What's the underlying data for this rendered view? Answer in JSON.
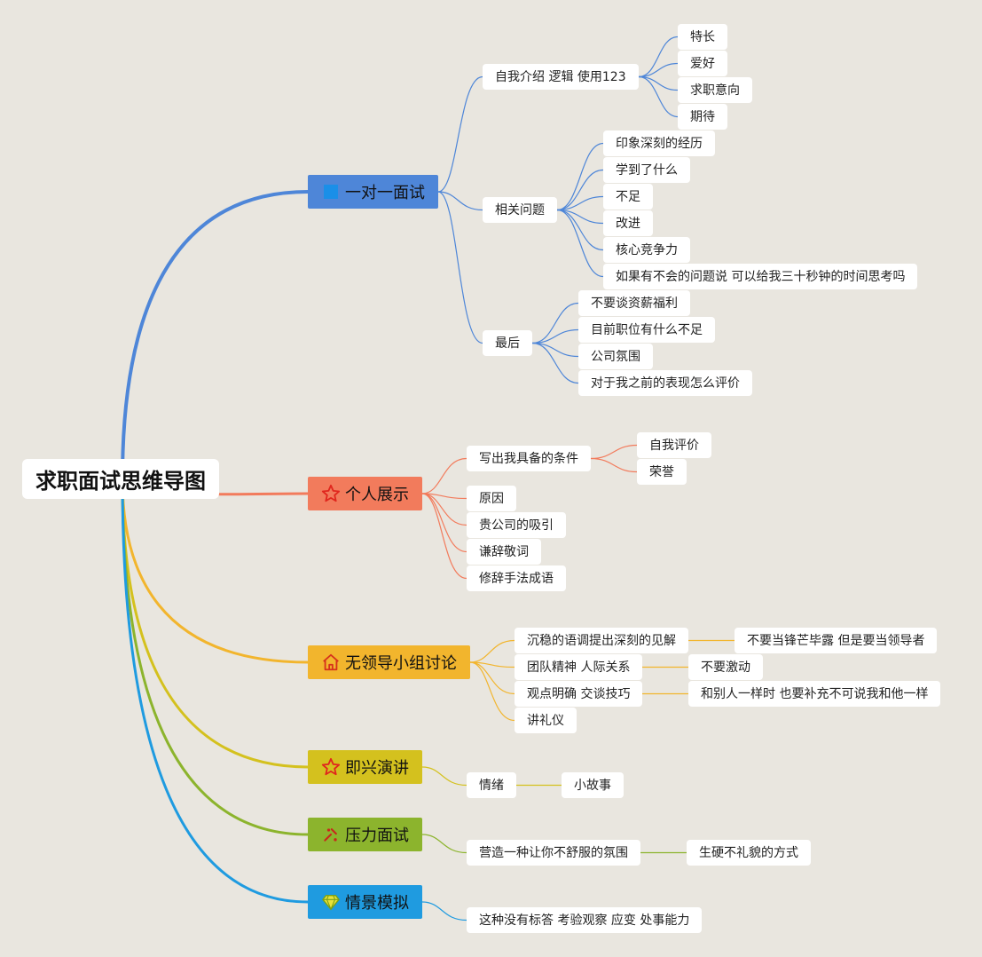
{
  "title": "求职面试思维导图",
  "branches": [
    {
      "label": "一对一面试",
      "icon": "blue-square-icon",
      "color": "#4e86d8",
      "children": [
        {
          "label": "自我介绍 逻辑 使用123",
          "children": [
            "特长",
            "爱好",
            "求职意向",
            "期待"
          ]
        },
        {
          "label": "相关问题",
          "children": [
            "印象深刻的经历",
            "学到了什么",
            "不足",
            "改进",
            "核心竞争力",
            "如果有不会的问题说 可以给我三十秒钟的时间思考吗"
          ]
        },
        {
          "label": "最后",
          "children": [
            "不要谈资薪福利",
            "目前职位有什么不足",
            "公司氛围",
            "对于我之前的表现怎么评价"
          ]
        }
      ]
    },
    {
      "label": "个人展示",
      "icon": "star-icon",
      "color": "#f27b5c",
      "children": [
        {
          "label": "写出我具备的条件",
          "children": [
            "自我评价",
            "荣誉"
          ]
        },
        {
          "label": "原因",
          "children": []
        },
        {
          "label": "贵公司的吸引",
          "children": []
        },
        {
          "label": "谦辞敬词",
          "children": []
        },
        {
          "label": "修辞手法成语",
          "children": []
        }
      ]
    },
    {
      "label": "无领导小组讨论",
      "icon": "home-icon",
      "color": "#f2b52d",
      "children": [
        {
          "label": "沉稳的语调提出深刻的见解",
          "children": [
            "不要当锋芒毕露 但是要当领导者"
          ]
        },
        {
          "label": "团队精神 人际关系",
          "children": [
            "不要激动"
          ]
        },
        {
          "label": "观点明确 交谈技巧",
          "children": [
            "和别人一样时 也要补充不可说我和他一样"
          ]
        },
        {
          "label": "讲礼仪",
          "children": []
        }
      ]
    },
    {
      "label": "即兴演讲",
      "icon": "star-icon",
      "color": "#d4c11e",
      "children": [
        {
          "label": "情绪",
          "children": [
            "小故事"
          ]
        }
      ]
    },
    {
      "label": "压力面试",
      "icon": "tools-icon",
      "color": "#8cb42d",
      "children": [
        {
          "label": "营造一种让你不舒服的氛围",
          "children": [
            "生硬不礼貌的方式"
          ]
        }
      ]
    },
    {
      "label": "情景模拟",
      "icon": "diamond-icon",
      "color": "#1f9be0",
      "children": [
        {
          "label": "这种没有标答 考验观察 应变 处事能力",
          "children": []
        }
      ]
    }
  ]
}
